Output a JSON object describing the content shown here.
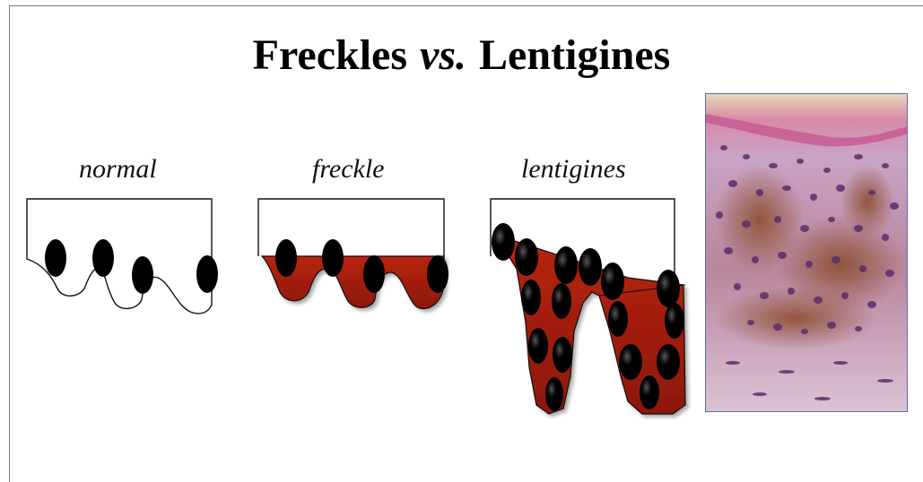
{
  "title": {
    "part1": "Freckles",
    "part2": "vs.",
    "part3": "Lentigines"
  },
  "panels": [
    {
      "label": "normal"
    },
    {
      "label": "freckle"
    },
    {
      "label": "lentigines"
    }
  ],
  "colors": {
    "pigment": "#a82010",
    "melanocyte": "#000000",
    "histology_bg": "#d9b8c8",
    "histology_frame": "#5a6fa8"
  }
}
